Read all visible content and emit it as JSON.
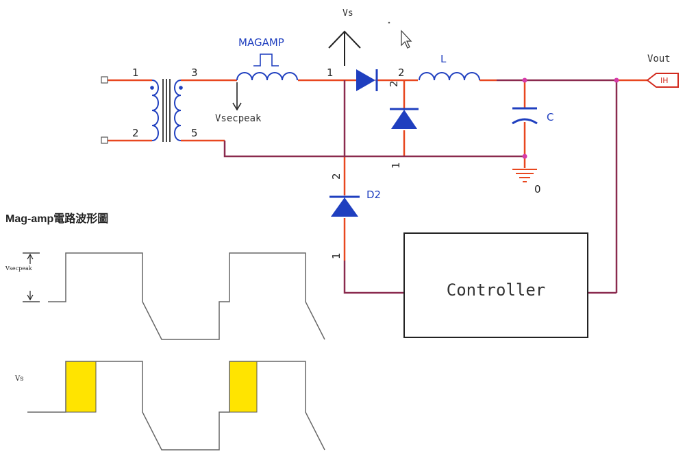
{
  "colors": {
    "wire_red": "#e8471f",
    "wire_maroon": "#8a2a4e",
    "component_blue": "#1f3fbf",
    "node_pink": "#d63aa8",
    "highlight_yellow": "#ffe400",
    "text_dark": "#222222"
  },
  "schematic": {
    "vs_label": "Vs",
    "magamp_label": "MAGAMP",
    "vsecpeak_label": "Vsecpeak",
    "inductor_label": "L",
    "capacitor_label": "C",
    "ground_label": "0",
    "diode2_label": "D2",
    "vout_label": "Vout",
    "vout_port_label": "IH",
    "controller_label": "Controller",
    "transformer_pins": {
      "p1": "1",
      "p2": "2",
      "p3": "3",
      "p5": "5"
    },
    "magamp_pin": "1",
    "d1_pin_cathode": "2",
    "d1_pin_cathode_vertical": "2",
    "d_freewheel_pin": "1",
    "d2_pin_top": "2",
    "d2_pin_bottom": "1"
  },
  "waveforms": {
    "title": "Mag-amp電路波形圖",
    "top_label": "Vsecpeak",
    "bottom_label": "Vs"
  }
}
